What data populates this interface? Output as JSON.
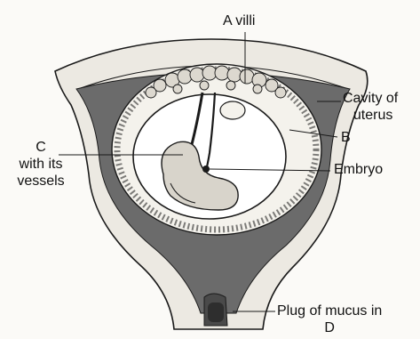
{
  "labels": {
    "villi": "A villi",
    "cavity_line1": "Cavity of",
    "cavity_line2": "uterus",
    "b": "B",
    "c_line1": "C",
    "c_line2": "with its",
    "c_line3": "vessels",
    "embryo": "Embryo",
    "plug_line1": "Plug of mucus in",
    "plug_line2": "D"
  },
  "colors": {
    "wall_fill": "#ece9e2",
    "decidua": "#6b6b6b",
    "line": "#1a1a1a",
    "background": "#fbfaf7"
  }
}
